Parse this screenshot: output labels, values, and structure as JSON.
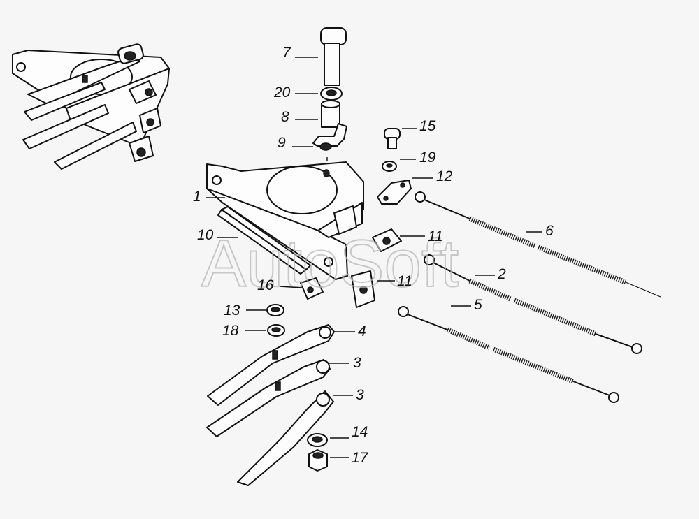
{
  "watermark": "AutoSoft",
  "callouts": [
    {
      "id": "c7",
      "label": "7"
    },
    {
      "id": "c20",
      "label": "20"
    },
    {
      "id": "c8",
      "label": "8"
    },
    {
      "id": "c9",
      "label": "9"
    },
    {
      "id": "c15",
      "label": "15"
    },
    {
      "id": "c19",
      "label": "19"
    },
    {
      "id": "c12",
      "label": "12"
    },
    {
      "id": "c1",
      "label": "1"
    },
    {
      "id": "c6",
      "label": "6"
    },
    {
      "id": "c10",
      "label": "10"
    },
    {
      "id": "c11a",
      "label": "11"
    },
    {
      "id": "c2",
      "label": "2"
    },
    {
      "id": "c16",
      "label": "16"
    },
    {
      "id": "c11b",
      "label": "11"
    },
    {
      "id": "c13",
      "label": "13"
    },
    {
      "id": "c5",
      "label": "5"
    },
    {
      "id": "c18",
      "label": "18"
    },
    {
      "id": "c4",
      "label": "4"
    },
    {
      "id": "c3a",
      "label": "3"
    },
    {
      "id": "c3b",
      "label": "3"
    },
    {
      "id": "c14",
      "label": "14"
    },
    {
      "id": "c17",
      "label": "17"
    }
  ]
}
